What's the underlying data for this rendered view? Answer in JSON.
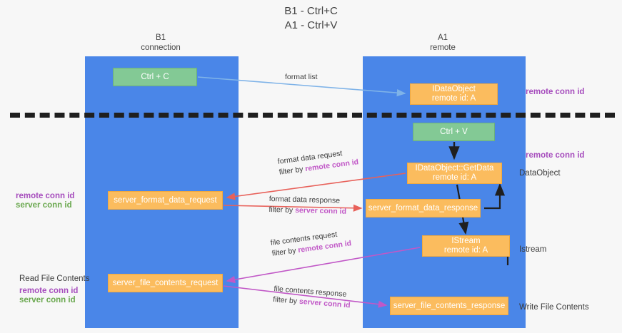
{
  "title": {
    "line1": "B1 - Ctrl+C",
    "line2": "A1 - Ctrl+V"
  },
  "lanes": {
    "b1": {
      "name": "B1",
      "sub": "connection"
    },
    "a1": {
      "name": "A1",
      "sub": "remote"
    }
  },
  "boxes": {
    "ctrl_c": "Ctrl + C",
    "ctrl_v": "Ctrl + V",
    "idataobject_title": "IDataObject",
    "idataobject_sub": "remote id: A",
    "getdata_title": "IDataObject::GetData",
    "getdata_sub": "remote id: A",
    "istream_title": "IStream",
    "istream_sub": "remote id: A",
    "server_format_data_request": "server_format_data_request",
    "server_format_data_response": "server_format_data_response",
    "server_file_contents_request": "server_file_contents_request",
    "server_file_contents_response": "server_file_contents_response"
  },
  "right_annotations": {
    "remote_conn_id_top": "remote conn id",
    "remote_conn_id_mid": "remote conn id",
    "dataobject": "DataObject",
    "istream": "Istream",
    "write_file_contents": "Write File Contents"
  },
  "left_annotations": {
    "remote_conn_id_1": "remote conn id",
    "server_conn_id_1": "server conn id",
    "read_file_contents": "Read File Contents",
    "remote_conn_id_2": "remote conn id",
    "server_conn_id_2": "server conn id"
  },
  "edges": {
    "format_list": "format list",
    "format_data_request": "format data request",
    "format_data_request_filter_prefix": "filter by ",
    "format_data_request_filter_key": "remote conn id",
    "format_data_response": "format data response",
    "format_data_response_filter_prefix": "filter by ",
    "format_data_response_filter_key": "server conn id",
    "file_contents_request": "file contents request",
    "file_contents_request_filter_prefix": "filter by ",
    "file_contents_request_filter_key": "remote conn id",
    "file_contents_response": "file contents response",
    "file_contents_response_filter_prefix": "filter by ",
    "file_contents_response_filter_key": "server conn id"
  },
  "colors": {
    "lane": "#4a86e8",
    "green_box": "#83c995",
    "orange_box": "#fbbc5e",
    "purple_text": "#a64dbd",
    "green_text": "#6aa84f",
    "magenta_arrow": "#c158c7",
    "red_arrow": "#e8615a",
    "blue_arrow": "#7fb3e8",
    "background": "#f7f7f7"
  }
}
